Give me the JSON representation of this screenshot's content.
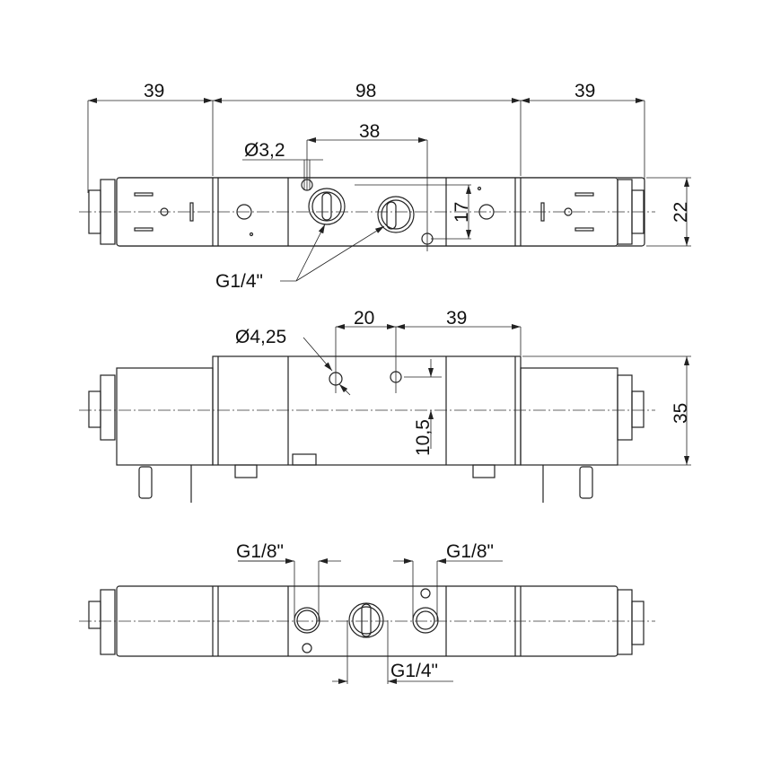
{
  "top_view": {
    "dim_left": "39",
    "dim_center": "98",
    "dim_right": "39",
    "dim_port_spacing": "38",
    "dim_mount_hole": "Ø3,2",
    "dim_height": "22",
    "dim_port_pitch": "17",
    "port_label": "G1/4\""
  },
  "front_view": {
    "dim_hole_spacing": "20",
    "dim_hole_offset": "39",
    "dim_hole_dia": "Ø4,25",
    "dim_hole_height": "10,5",
    "dim_height": "35"
  },
  "bottom_view": {
    "port_left_label": "G1/8\"",
    "port_right_label": "G1/8\"",
    "port_center_label": "G1/4\""
  },
  "colors": {
    "line": "#222222",
    "background": "#ffffff"
  }
}
